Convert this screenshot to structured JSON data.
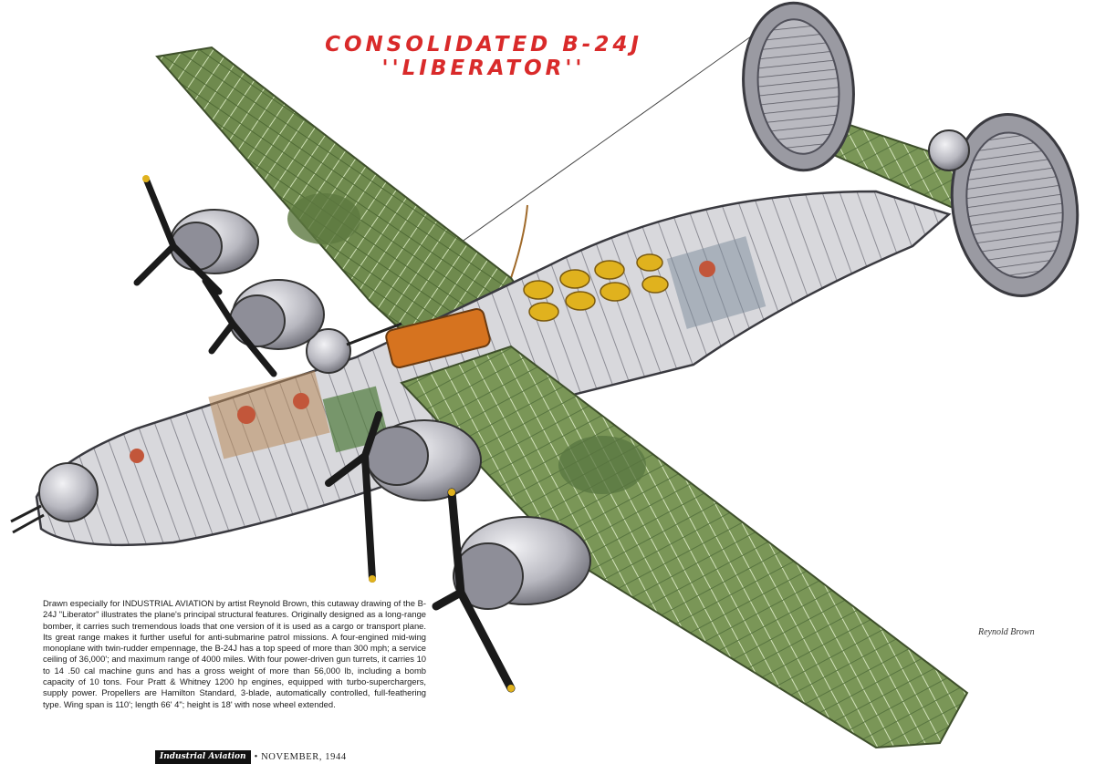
{
  "title": "CONSOLIDATED B-24J ''LIBERATOR''",
  "caption": "Drawn especially for INDUSTRIAL AVIATION by artist Reynold Brown, this cutaway drawing of the B-24J \"Liberator\" illustrates the plane's principal structural features. Originally designed as a long-range bomber, it carries such tremendous loads that one version of it is used as a cargo or transport plane. Its great range makes it further useful for anti-submarine patrol missions. A four-engined mid-wing monoplane with twin-rudder empennage, the B-24J has a top speed of more than 300 mph; a service ceiling of 36,000'; and maximum range of 4000 miles. With four power-driven gun turrets, it carries 10 to 14 .50 cal machine guns and has a gross weight of more than 56,000 lb, including a bomb capacity of 10 tons. Four Pratt & Whitney 1200 hp engines, equipped with turbo-superchargers, supply power. Propellers are Hamilton Standard, 3-blade, automatically controlled, full-feathering type. Wing span is 110'; length 66' 4\"; height is 18' with nose wheel extended.",
  "publication": "Industrial Aviation",
  "issue": "• NOVEMBER, 1944",
  "signature": "Reynold Brown",
  "colors": {
    "title_red": "#d92a2a",
    "wing_green": "#6f8a4e",
    "wing_frame": "#c9d9b3",
    "fuselage_grey": "#c9c9cf",
    "fuel_orange": "#d6731f",
    "bomb_yellow": "#e0b21e"
  }
}
